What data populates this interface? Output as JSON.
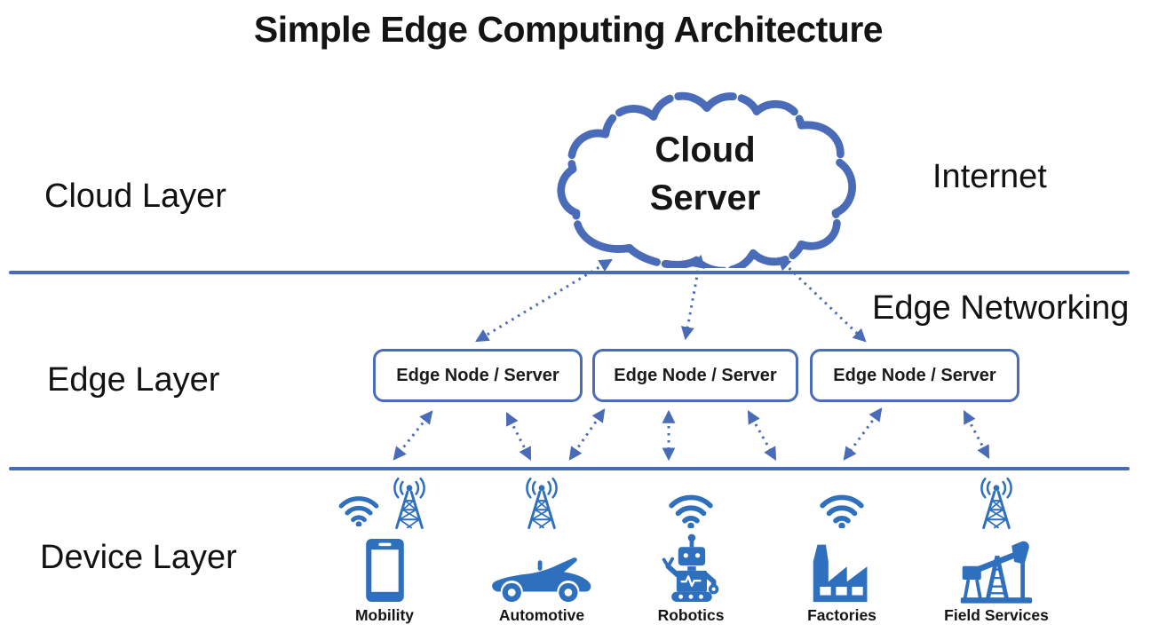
{
  "title": "Simple Edge Computing Architecture",
  "colors": {
    "accent_outline_blue": "#4a6cb8",
    "icon_blue": "#2e6fbe",
    "text_black": "#141414"
  },
  "cloud_layer": {
    "label": "Cloud Layer",
    "internet_label": "Internet",
    "cloud_server": {
      "line1": "Cloud",
      "line2": "Server"
    }
  },
  "edge_layer": {
    "label": "Edge Layer",
    "networking_label": "Edge Networking",
    "nodes": [
      {
        "label": "Edge Node / Server"
      },
      {
        "label": "Edge Node / Server"
      },
      {
        "label": "Edge Node / Server"
      }
    ]
  },
  "device_layer": {
    "label": "Device Layer",
    "devices": [
      {
        "name": "Mobility",
        "connectivity_icons": [
          "wifi-icon",
          "radio-tower-icon"
        ],
        "device_icon": "smartphone-icon"
      },
      {
        "name": "Automotive",
        "connectivity_icons": [
          "radio-tower-icon"
        ],
        "device_icon": "convertible-car-icon"
      },
      {
        "name": "Robotics",
        "connectivity_icons": [
          "wifi-icon"
        ],
        "device_icon": "robot-icon"
      },
      {
        "name": "Factories",
        "connectivity_icons": [
          "wifi-icon"
        ],
        "device_icon": "factory-icon"
      },
      {
        "name": "Field Services",
        "connectivity_icons": [
          "radio-tower-icon"
        ],
        "device_icon": "oil-pump-icon"
      }
    ]
  },
  "connections": {
    "style": "dotted-double-headed-arrows",
    "cloud_to_edge_count": 3,
    "edge_to_device_count": 7
  }
}
